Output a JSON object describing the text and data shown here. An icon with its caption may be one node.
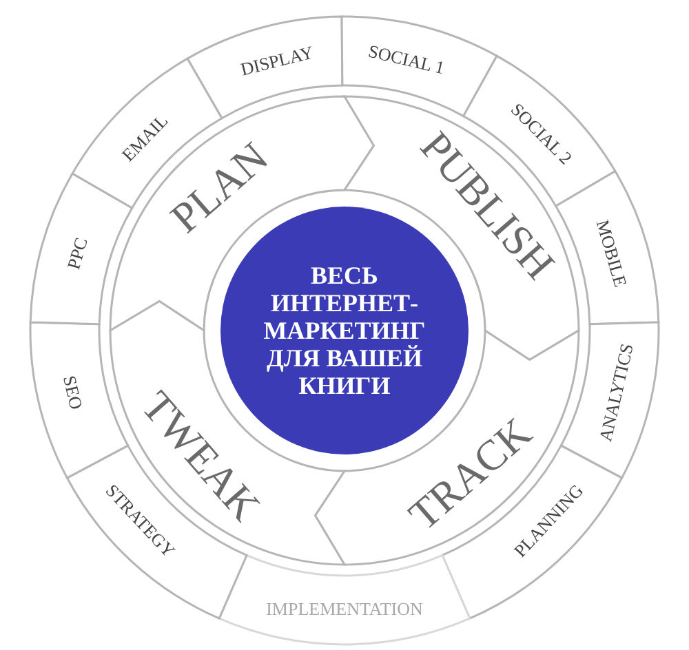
{
  "diagram": {
    "nodes": [
      {
        "text": [
          "ВЕСЬ ИНТЕРНЕТ-МАРКЕТИНГ ДЛЯ ВАШЕЙ КНИГИ"
        ]
      },
      {
        "text": [
          "PLAN"
        ]
      },
      {
        "text": [
          "PUBLISH"
        ]
      },
      {
        "text": [
          "TRACK"
        ]
      },
      {
        "text": [
          "TWEAK"
        ]
      },
      {
        "text": [
          "DISPLAY"
        ]
      },
      {
        "text": [
          "SOCIAL 1"
        ]
      },
      {
        "text": [
          "SOCIAL 2"
        ]
      },
      {
        "text": [
          "MOBILE"
        ]
      },
      {
        "text": [
          "ANALYTICS"
        ]
      },
      {
        "text": [
          "PLANNING"
        ]
      },
      {
        "text": [
          "IMPLEMENTATION"
        ]
      },
      {
        "text": [
          "STRATEGY"
        ]
      },
      {
        "text": [
          "SEO"
        ]
      },
      {
        "text": [
          "PPC"
        ]
      },
      {
        "text": [
          "EMAIL"
        ]
      }
    ]
  }
}
